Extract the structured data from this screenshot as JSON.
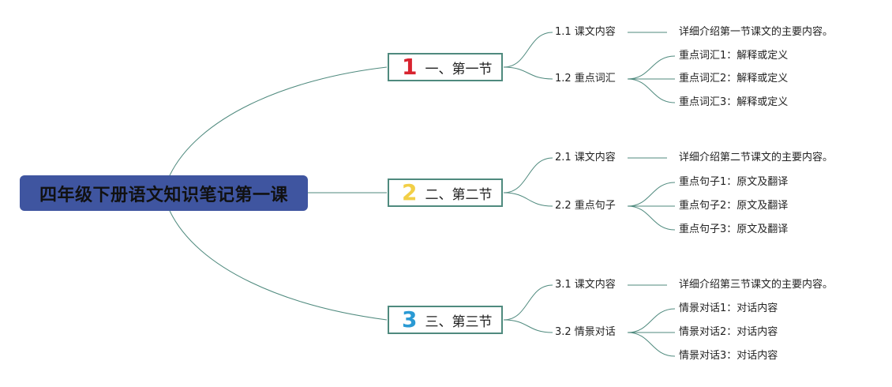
{
  "root": {
    "title": "四年级下册语文知识笔记第一课"
  },
  "sections": [
    {
      "badge": "1",
      "label": "一、第一节",
      "subs": [
        {
          "label": "1.1 课文内容",
          "leaves": [
            "详细介绍第一节课文的主要内容。"
          ]
        },
        {
          "label": "1.2 重点词汇",
          "leaves": [
            "重点词汇1：解释或定义",
            "重点词汇2：解释或定义",
            "重点词汇3：解释或定义"
          ]
        }
      ]
    },
    {
      "badge": "2",
      "label": "二、第二节",
      "subs": [
        {
          "label": "2.1 课文内容",
          "leaves": [
            "详细介绍第二节课文的主要内容。"
          ]
        },
        {
          "label": "2.2 重点句子",
          "leaves": [
            "重点句子1：原文及翻译",
            "重点句子2：原文及翻译",
            "重点句子3：原文及翻译"
          ]
        }
      ]
    },
    {
      "badge": "3",
      "label": "三、第三节",
      "subs": [
        {
          "label": "3.1 课文内容",
          "leaves": [
            "详细介绍第三节课文的主要内容。"
          ]
        },
        {
          "label": "3.2 情景对话",
          "leaves": [
            "情景对话1：对话内容",
            "情景对话2：对话内容",
            "情景对话3：对话内容"
          ]
        }
      ]
    }
  ],
  "colors": {
    "root_fill": "#3f55a0",
    "line": "#4f8a7e",
    "badge1": "#d8232f",
    "badge2": "#f2cf46",
    "badge3": "#2a9ad4"
  }
}
